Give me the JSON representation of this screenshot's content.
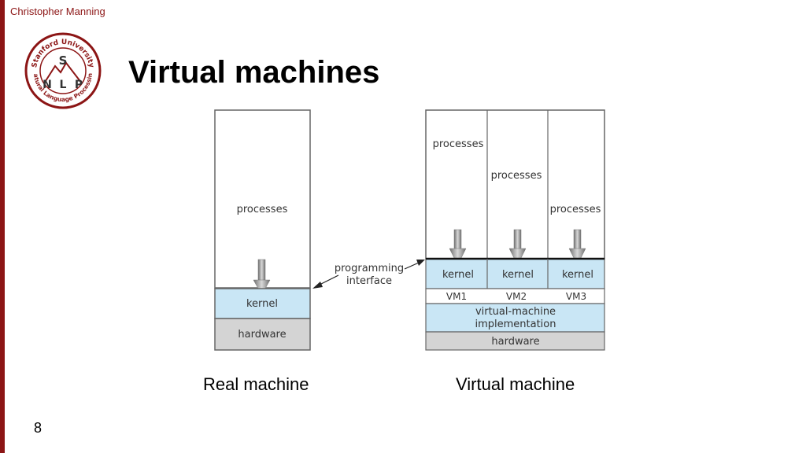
{
  "author": "Christopher Manning",
  "slide_title": "Virtual machines",
  "slide_number": "8",
  "logo": {
    "ring_text_top": "Stanford University",
    "ring_text_bottom": "Natural Language Processing",
    "letters": [
      "S",
      "N",
      "L",
      "P"
    ],
    "color": "#8c1515"
  },
  "diagram": {
    "real_machine": {
      "processes": "processes",
      "kernel": "kernel",
      "hardware": "hardware"
    },
    "programming_interface": [
      "programming",
      "interface"
    ],
    "virtual_machine": {
      "processes": [
        "processes",
        "processes",
        "processes"
      ],
      "kernels": [
        "kernel",
        "kernel",
        "kernel"
      ],
      "vms": [
        "VM1",
        "VM2",
        "VM3"
      ],
      "vm_implementation": [
        "virtual-machine",
        "implementation"
      ],
      "hardware": "hardware"
    },
    "colors": {
      "kernel_fill": "#c9e6f5",
      "hardware_fill": "#d4d4d4",
      "border": "#666666",
      "accent": "#8c1515"
    }
  },
  "captions": {
    "real": "Real machine",
    "virtual": "Virtual machine"
  }
}
